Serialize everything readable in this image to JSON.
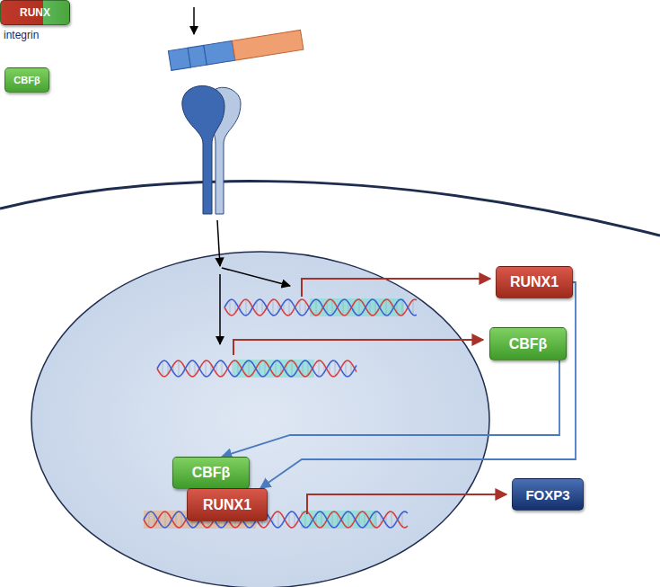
{
  "diagram": {
    "nodes": [
      {
        "text": [
          "RUNX"
        ]
      },
      {
        "text": [
          "CBFβ"
        ]
      },
      {
        "text": [
          "RUNX1"
        ]
      },
      {
        "text": [
          "CBFβ"
        ]
      },
      {
        "text": [
          "CBFβ"
        ]
      },
      {
        "text": [
          "RUNX1"
        ]
      },
      {
        "text": [
          "FOXP3"
        ]
      }
    ],
    "edges": [
      {
        "from": 2,
        "to": 5,
        "arrow": "to"
      },
      {
        "from": 3,
        "to": 4,
        "arrow": "to"
      }
    ],
    "labels": [
      "integrin"
    ]
  }
}
